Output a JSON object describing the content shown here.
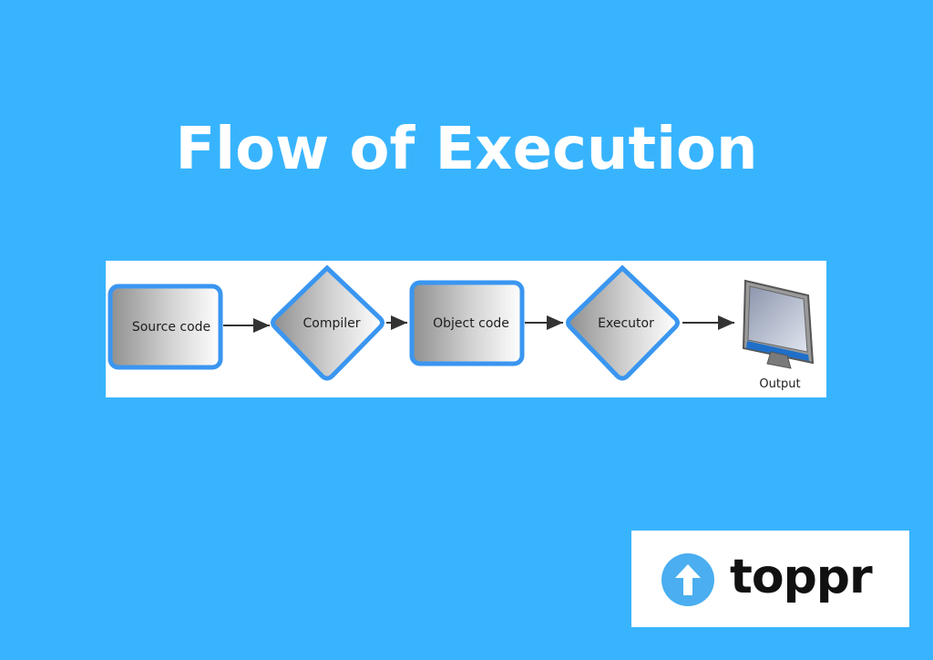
{
  "title": "Flow of Execution",
  "diagram": {
    "nodes": [
      {
        "label": "Source code",
        "shape": "rectangle"
      },
      {
        "label": "Compiler",
        "shape": "diamond"
      },
      {
        "label": "Object code",
        "shape": "rectangle"
      },
      {
        "label": "Executor",
        "shape": "diamond"
      },
      {
        "label": "Output",
        "shape": "monitor-icon"
      }
    ],
    "edges": [
      {
        "from": "Source code",
        "to": "Compiler"
      },
      {
        "from": "Compiler",
        "to": "Object code"
      },
      {
        "from": "Object code",
        "to": "Executor"
      },
      {
        "from": "Executor",
        "to": "Output"
      }
    ]
  },
  "logo": {
    "text": "toppr",
    "icon": "up-arrow-circle-icon"
  },
  "colors": {
    "background": "#38b4fe",
    "node_border": "#3a96f0",
    "logo_icon": "#4aaef0"
  }
}
